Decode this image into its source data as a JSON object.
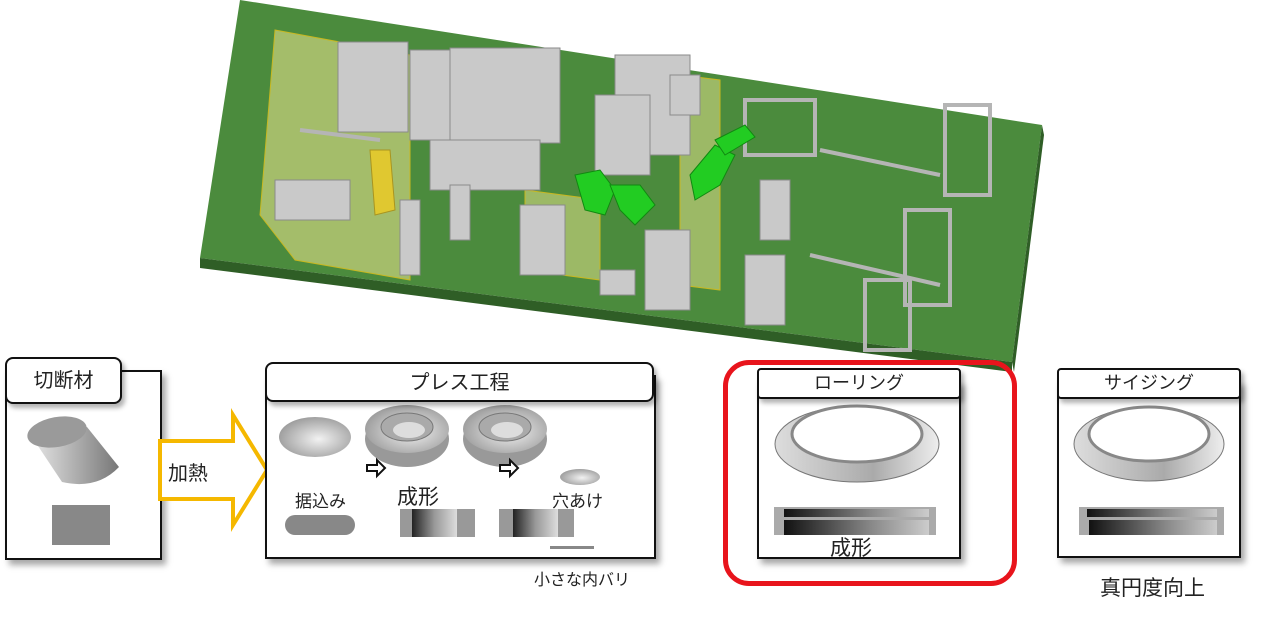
{
  "factory_layout": {
    "platform_color": "#4a8a3c",
    "robot_color": "#22cc22",
    "enclosure_color": "#e8e070"
  },
  "steps": [
    {
      "title": "切断材"
    },
    {
      "title": "プレス工程",
      "sub_labels": [
        "据込み",
        "成形",
        "穴あけ"
      ],
      "note": "小さな内バリ"
    },
    {
      "title": "ローリング",
      "caption": "成形",
      "highlight_color": "#e8141c"
    },
    {
      "title": "サイジング",
      "note": "真円度向上"
    }
  ],
  "arrow": {
    "label": "加熱",
    "color": "#f5b800"
  }
}
